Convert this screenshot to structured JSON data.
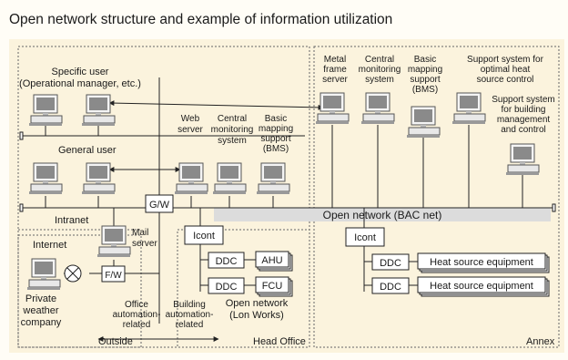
{
  "title": "Open network structure and example of information utilization",
  "areas": {
    "head_office": "Head Office",
    "annex": "Annex",
    "outside": "Outside",
    "intranet": "Intranet",
    "internet": "Internet"
  },
  "users": {
    "specific": [
      "Specific user",
      "(Operational manager, etc.)"
    ],
    "general": "General user",
    "private_company": [
      "Private",
      "weather",
      "company"
    ]
  },
  "servers": {
    "web": [
      "Web",
      "server"
    ],
    "central": [
      "Central",
      "monitoring",
      "system"
    ],
    "basic": [
      "Basic",
      "mapping",
      "support",
      "(BMS)"
    ],
    "mail": [
      "Mail",
      "server"
    ]
  },
  "annex_systems": {
    "metal_frame": [
      "Metal",
      "frame",
      "server"
    ],
    "central": [
      "Central",
      "monitoring",
      "system"
    ],
    "basic": [
      "Basic",
      "mapping",
      "support",
      "(BMS)"
    ],
    "heat_source": [
      "Support system for",
      "optimal heat",
      "source control"
    ],
    "building_mgmt": [
      "Support system",
      "for building",
      "management",
      "and control"
    ]
  },
  "network": {
    "open_network": "Open network (BAC net)",
    "gateway": "G/W",
    "firewall": "F/W",
    "lon_works": [
      "Open network",
      "(Lon Works)"
    ]
  },
  "controllers": {
    "icont": "Icont",
    "ddc": "DDC",
    "ahu": "AHU",
    "fcu": "FCU",
    "heat_equipment": "Heat source equipment"
  },
  "relations": {
    "office": [
      "Office",
      "automation-",
      "related"
    ],
    "building": [
      "Building",
      "automation-",
      "related"
    ]
  },
  "colors": {
    "background": "#fbf3dd",
    "open_network_bar": "#dcdcdc",
    "screen": "#8a8a8a",
    "line": "#222222"
  }
}
